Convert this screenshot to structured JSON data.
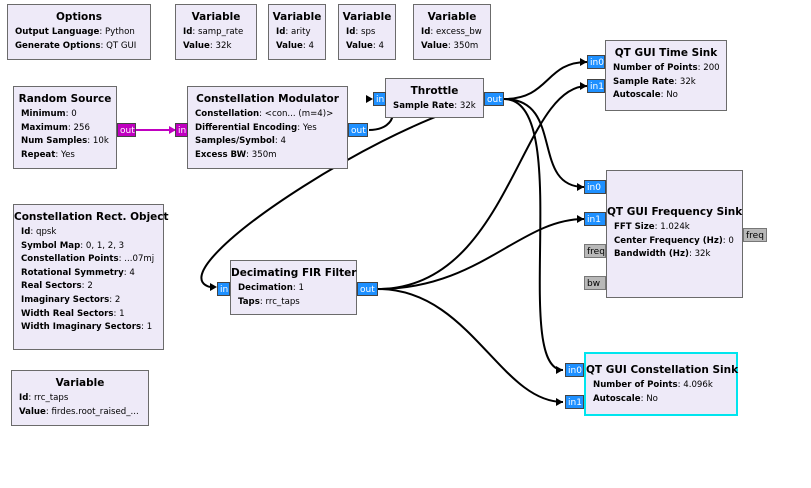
{
  "blocks": {
    "options": {
      "title": "Options",
      "rows": [
        {
          "k": "Output Language",
          "v": "Python"
        },
        {
          "k": "Generate Options",
          "v": "QT GUI"
        }
      ]
    },
    "var_samp_rate": {
      "title": "Variable",
      "rows": [
        {
          "k": "Id",
          "v": "samp_rate"
        },
        {
          "k": "Value",
          "v": "32k"
        }
      ]
    },
    "var_arity": {
      "title": "Variable",
      "rows": [
        {
          "k": "Id",
          "v": "arity"
        },
        {
          "k": "Value",
          "v": "4"
        }
      ]
    },
    "var_sps": {
      "title": "Variable",
      "rows": [
        {
          "k": "Id",
          "v": "sps"
        },
        {
          "k": "Value",
          "v": "4"
        }
      ]
    },
    "var_excess_bw": {
      "title": "Variable",
      "rows": [
        {
          "k": "Id",
          "v": "excess_bw"
        },
        {
          "k": "Value",
          "v": "350m"
        }
      ]
    },
    "random_source": {
      "title": "Random Source",
      "rows": [
        {
          "k": "Minimum",
          "v": "0"
        },
        {
          "k": "Maximum",
          "v": "256"
        },
        {
          "k": "Num Samples",
          "v": "10k"
        },
        {
          "k": "Repeat",
          "v": "Yes"
        }
      ]
    },
    "constellation_modulator": {
      "title": "Constellation Modulator",
      "rows": [
        {
          "k": "Constellation",
          "v": "<con... (m=4)>"
        },
        {
          "k": "Differential Encoding",
          "v": "Yes"
        },
        {
          "k": "Samples/Symbol",
          "v": "4"
        },
        {
          "k": "Excess BW",
          "v": "350m"
        }
      ]
    },
    "throttle": {
      "title": "Throttle",
      "rows": [
        {
          "k": "Sample Rate",
          "v": "32k"
        }
      ]
    },
    "time_sink": {
      "title": "QT GUI Time Sink",
      "rows": [
        {
          "k": "Number of Points",
          "v": "200"
        },
        {
          "k": "Sample Rate",
          "v": "32k"
        },
        {
          "k": "Autoscale",
          "v": "No"
        }
      ]
    },
    "freq_sink": {
      "title": "QT GUI Frequency Sink",
      "rows": [
        {
          "k": "FFT Size",
          "v": "1.024k"
        },
        {
          "k": "Center Frequency (Hz)",
          "v": "0"
        },
        {
          "k": "Bandwidth (Hz)",
          "v": "32k"
        }
      ]
    },
    "const_rect": {
      "title": "Constellation Rect. Object",
      "rows": [
        {
          "k": "Id",
          "v": "qpsk"
        },
        {
          "k": "Symbol Map",
          "v": "0, 1, 2, 3"
        },
        {
          "k": "Constellation Points",
          "v": "...07mj"
        },
        {
          "k": "Rotational Symmetry",
          "v": "4"
        },
        {
          "k": "Real Sectors",
          "v": "2"
        },
        {
          "k": "Imaginary Sectors",
          "v": "2"
        },
        {
          "k": "Width Real Sectors",
          "v": "1"
        },
        {
          "k": "Width Imaginary Sectors",
          "v": "1"
        }
      ]
    },
    "fir_filter": {
      "title": "Decimating FIR Filter",
      "rows": [
        {
          "k": "Decimation",
          "v": "1"
        },
        {
          "k": "Taps",
          "v": "rrc_taps"
        }
      ]
    },
    "const_sink": {
      "title": "QT GUI Constellation Sink",
      "rows": [
        {
          "k": "Number of Points",
          "v": "4.096k"
        },
        {
          "k": "Autoscale",
          "v": "No"
        }
      ]
    },
    "var_rrc_taps": {
      "title": "Variable",
      "rows": [
        {
          "k": "Id",
          "v": "rrc_taps"
        },
        {
          "k": "Value",
          "v": "firdes.root_raised_..."
        }
      ]
    }
  },
  "ports": {
    "random_source_out": "out",
    "modulator_in": "in",
    "modulator_out": "out",
    "throttle_in": "in",
    "throttle_out": "out",
    "time_sink_in0": "in0",
    "time_sink_in1": "in1",
    "freq_sink_in0": "in0",
    "freq_sink_in1": "in1",
    "freq_sink_freq_in": "freq",
    "freq_sink_bw_in": "bw",
    "freq_sink_freq_out": "freq",
    "fir_in": "in",
    "fir_out": "out",
    "const_sink_in0": "in0",
    "const_sink_in1": "in1"
  },
  "colors": {
    "block_fill": "#eeeaf8",
    "float_port": "#1e90ff",
    "byte_port": "#c000c0",
    "message_port": "#b8b8b8",
    "selected_border": "#00e5ee",
    "connection": "#000000"
  }
}
